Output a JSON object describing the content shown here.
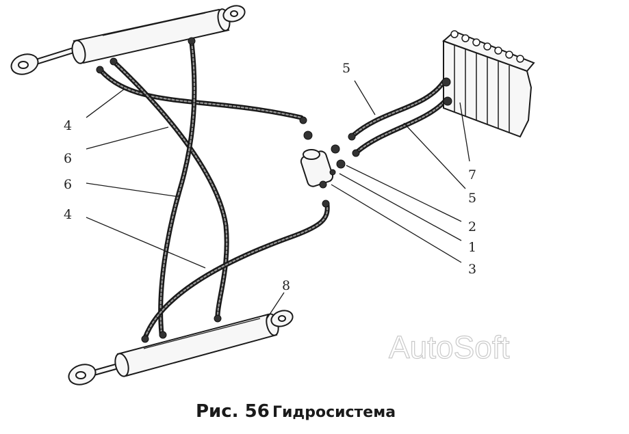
{
  "figure": {
    "number": "Рис. 56",
    "title": "Гидросистема"
  },
  "watermark": "AutoSoft",
  "callouts": {
    "left_top_4": "4",
    "left_top_6": "6",
    "left_mid_6": "6",
    "left_mid_4": "4",
    "valve_5": "5",
    "cyl_8": "8",
    "right_7": "7",
    "right_5": "5",
    "right_2": "2",
    "right_1": "1",
    "right_3": "3"
  }
}
